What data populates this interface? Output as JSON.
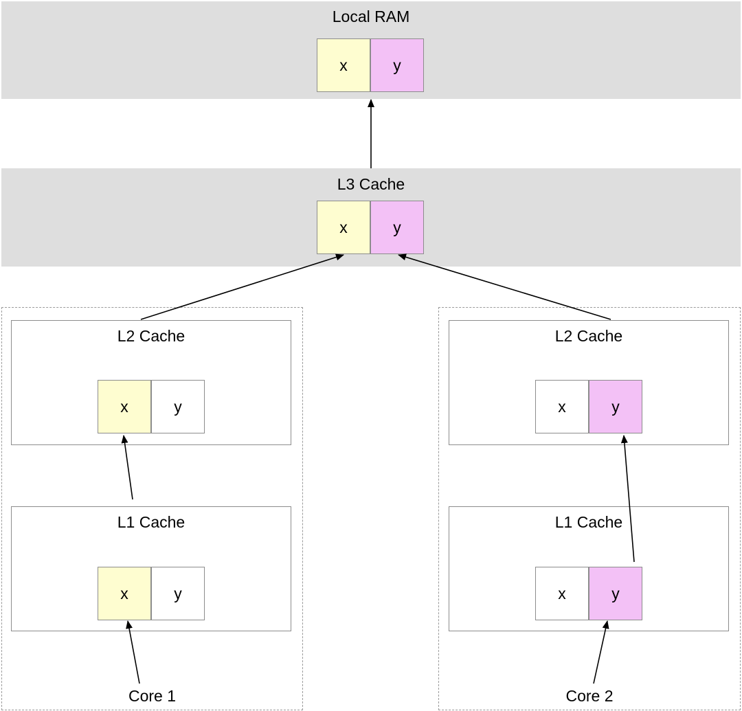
{
  "colors": {
    "band_background": "#dedede",
    "x_highlight": "#fefdd0",
    "y_highlight": "#f3c1f6",
    "border": "#8c8c8c"
  },
  "local_ram": {
    "title": "Local RAM",
    "cells": [
      {
        "label": "x",
        "highlight": true
      },
      {
        "label": "y",
        "highlight": true
      }
    ]
  },
  "l3": {
    "title": "L3 Cache",
    "cells": [
      {
        "label": "x",
        "highlight": true
      },
      {
        "label": "y",
        "highlight": true
      }
    ]
  },
  "cores": [
    {
      "label": "Core 1",
      "l2": {
        "title": "L2 Cache",
        "cells": [
          {
            "label": "x",
            "highlight": true
          },
          {
            "label": "y",
            "highlight": false
          }
        ]
      },
      "l1": {
        "title": "L1 Cache",
        "cells": [
          {
            "label": "x",
            "highlight": true
          },
          {
            "label": "y",
            "highlight": false
          }
        ]
      }
    },
    {
      "label": "Core 2",
      "l2": {
        "title": "L2 Cache",
        "cells": [
          {
            "label": "x",
            "highlight": false
          },
          {
            "label": "y",
            "highlight": true
          }
        ]
      },
      "l1": {
        "title": "L1 Cache",
        "cells": [
          {
            "label": "x",
            "highlight": false
          },
          {
            "label": "y",
            "highlight": true
          }
        ]
      }
    }
  ]
}
